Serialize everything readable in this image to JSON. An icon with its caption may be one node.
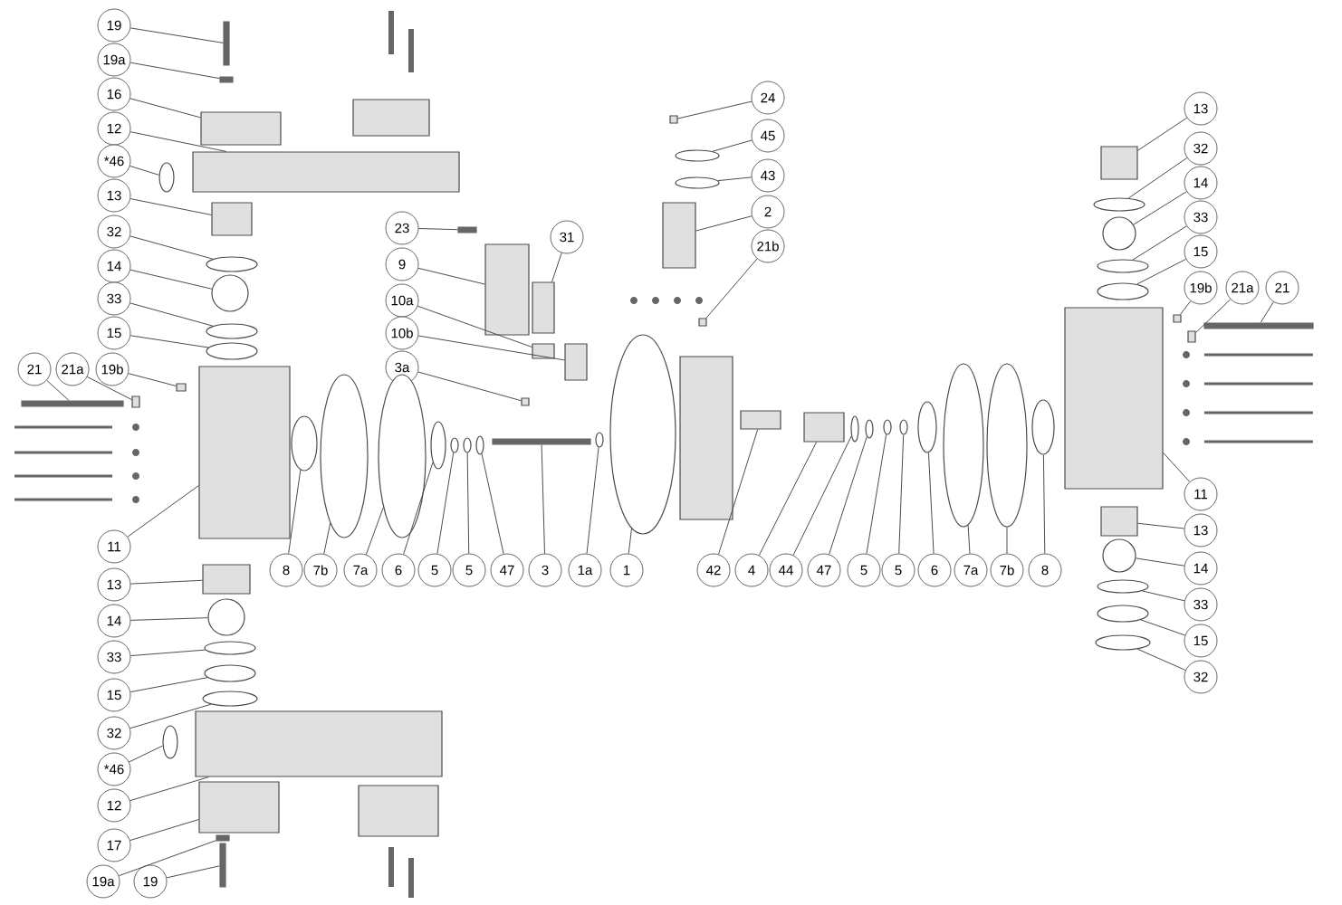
{
  "diagram": {
    "nodes": [
      {
        "text": [
          "19"
        ]
      },
      {
        "text": [
          "19a"
        ]
      },
      {
        "text": [
          "16"
        ]
      },
      {
        "text": [
          "12"
        ]
      },
      {
        "text": [
          "*46"
        ]
      },
      {
        "text": [
          "13"
        ]
      },
      {
        "text": [
          "32"
        ]
      },
      {
        "text": [
          "14"
        ]
      },
      {
        "text": [
          "33"
        ]
      },
      {
        "text": [
          "15"
        ]
      },
      {
        "text": [
          "21"
        ]
      },
      {
        "text": [
          "21a"
        ]
      },
      {
        "text": [
          "19b"
        ]
      },
      {
        "text": [
          "11"
        ]
      },
      {
        "text": [
          "13"
        ]
      },
      {
        "text": [
          "14"
        ]
      },
      {
        "text": [
          "33"
        ]
      },
      {
        "text": [
          "15"
        ]
      },
      {
        "text": [
          "32"
        ]
      },
      {
        "text": [
          "*46"
        ]
      },
      {
        "text": [
          "12"
        ]
      },
      {
        "text": [
          "17"
        ]
      },
      {
        "text": [
          "19a"
        ]
      },
      {
        "text": [
          "19"
        ]
      },
      {
        "text": [
          "24"
        ]
      },
      {
        "text": [
          "45"
        ]
      },
      {
        "text": [
          "43"
        ]
      },
      {
        "text": [
          "2"
        ]
      },
      {
        "text": [
          "21b"
        ]
      },
      {
        "text": [
          "23"
        ]
      },
      {
        "text": [
          "9"
        ]
      },
      {
        "text": [
          "31"
        ]
      },
      {
        "text": [
          "10a"
        ]
      },
      {
        "text": [
          "10b"
        ]
      },
      {
        "text": [
          "3a"
        ]
      },
      {
        "text": [
          "13"
        ]
      },
      {
        "text": [
          "32"
        ]
      },
      {
        "text": [
          "14"
        ]
      },
      {
        "text": [
          "33"
        ]
      },
      {
        "text": [
          "15"
        ]
      },
      {
        "text": [
          "19b"
        ]
      },
      {
        "text": [
          "21a"
        ]
      },
      {
        "text": [
          "21"
        ]
      },
      {
        "text": [
          "11"
        ]
      },
      {
        "text": [
          "13"
        ]
      },
      {
        "text": [
          "14"
        ]
      },
      {
        "text": [
          "33"
        ]
      },
      {
        "text": [
          "15"
        ]
      },
      {
        "text": [
          "32"
        ]
      },
      {
        "text": [
          "8"
        ]
      },
      {
        "text": [
          "7b"
        ]
      },
      {
        "text": [
          "7a"
        ]
      },
      {
        "text": [
          "6"
        ]
      },
      {
        "text": [
          "5"
        ]
      },
      {
        "text": [
          "5"
        ]
      },
      {
        "text": [
          "47"
        ]
      },
      {
        "text": [
          "3"
        ]
      },
      {
        "text": [
          "1a"
        ]
      },
      {
        "text": [
          "1"
        ]
      },
      {
        "text": [
          "42"
        ]
      },
      {
        "text": [
          "4"
        ]
      },
      {
        "text": [
          "44"
        ]
      },
      {
        "text": [
          "47"
        ]
      },
      {
        "text": [
          "5"
        ]
      },
      {
        "text": [
          "5"
        ]
      },
      {
        "text": [
          "6"
        ]
      },
      {
        "text": [
          "7a"
        ]
      },
      {
        "text": [
          "7b"
        ]
      },
      {
        "text": [
          "8"
        ]
      },
      {
        "text": [],
        "shape": "bar"
      },
      {
        "text": [],
        "shape": "bar"
      },
      {
        "text": [],
        "shape": "box"
      },
      {
        "text": [],
        "shape": "box"
      },
      {
        "text": [],
        "shape": "ellipse"
      },
      {
        "text": [],
        "shape": "box"
      },
      {
        "text": [],
        "shape": "ellipse"
      },
      {
        "text": [],
        "shape": "circle"
      },
      {
        "text": [],
        "shape": "ellipse"
      },
      {
        "text": [],
        "shape": "ellipse"
      },
      {
        "text": [],
        "shape": "bar"
      },
      {
        "text": [],
        "shape": "box"
      },
      {
        "text": [],
        "shape": "box"
      },
      {
        "text": [],
        "shape": "box"
      },
      {
        "text": [],
        "shape": "box"
      },
      {
        "text": [],
        "shape": "circle"
      },
      {
        "text": [],
        "shape": "ellipse"
      },
      {
        "text": [],
        "shape": "ellipse"
      },
      {
        "text": [],
        "shape": "ellipse"
      },
      {
        "text": [],
        "shape": "ellipse"
      },
      {
        "text": [],
        "shape": "box"
      },
      {
        "text": [],
        "shape": "box"
      },
      {
        "text": [],
        "shape": "bar"
      },
      {
        "text": [],
        "shape": "bar"
      },
      {
        "text": [],
        "shape": "box"
      },
      {
        "text": [],
        "shape": "ellipse"
      },
      {
        "text": [],
        "shape": "ellipse"
      },
      {
        "text": [],
        "shape": "box"
      },
      {
        "text": [],
        "shape": "box"
      },
      {
        "text": [],
        "shape": "bar"
      },
      {
        "text": [],
        "shape": "box"
      },
      {
        "text": [],
        "shape": "box"
      },
      {
        "text": [],
        "shape": "box"
      },
      {
        "text": [],
        "shape": "box"
      },
      {
        "text": [],
        "shape": "box"
      },
      {
        "text": [],
        "shape": "box"
      },
      {
        "text": [],
        "shape": "ellipse"
      },
      {
        "text": [],
        "shape": "circle"
      },
      {
        "text": [],
        "shape": "ellipse"
      },
      {
        "text": [],
        "shape": "ellipse"
      },
      {
        "text": [],
        "shape": "box"
      },
      {
        "text": [],
        "shape": "box"
      },
      {
        "text": [],
        "shape": "bar"
      },
      {
        "text": [],
        "shape": "box"
      },
      {
        "text": [],
        "shape": "box"
      },
      {
        "text": [],
        "shape": "circle"
      },
      {
        "text": [],
        "shape": "ellipse"
      },
      {
        "text": [],
        "shape": "ellipse"
      },
      {
        "text": [],
        "shape": "ellipse"
      },
      {
        "text": [],
        "shape": "ellipse"
      },
      {
        "text": [],
        "shape": "ellipse"
      },
      {
        "text": [],
        "shape": "ellipse"
      },
      {
        "text": [],
        "shape": "ellipse"
      },
      {
        "text": [],
        "shape": "ellipse"
      },
      {
        "text": [],
        "shape": "ellipse"
      },
      {
        "text": [],
        "shape": "ellipse"
      },
      {
        "text": [],
        "shape": "bar"
      },
      {
        "text": [],
        "shape": "ellipse"
      },
      {
        "text": [],
        "shape": "ellipse"
      },
      {
        "text": [],
        "shape": "box"
      },
      {
        "text": [],
        "shape": "box"
      },
      {
        "text": [],
        "shape": "ellipse"
      },
      {
        "text": [],
        "shape": "ellipse"
      },
      {
        "text": [],
        "shape": "ellipse"
      },
      {
        "text": [],
        "shape": "ellipse"
      },
      {
        "text": [],
        "shape": "ellipse"
      },
      {
        "text": [],
        "shape": "ellipse"
      },
      {
        "text": [],
        "shape": "ellipse"
      },
      {
        "text": [],
        "shape": "ellipse"
      },
      {
        "text": [],
        "shape": "box"
      },
      {
        "text": [],
        "shape": "box"
      },
      {
        "text": [],
        "shape": "box"
      }
    ],
    "edges": [
      {
        "from": 0,
        "to": 69,
        "arrow": "none"
      },
      {
        "from": 1,
        "to": 70,
        "arrow": "none"
      },
      {
        "from": 2,
        "to": 71,
        "arrow": "none"
      },
      {
        "from": 3,
        "to": 72,
        "arrow": "none"
      },
      {
        "from": 4,
        "to": 73,
        "arrow": "none"
      },
      {
        "from": 5,
        "to": 74,
        "arrow": "none"
      },
      {
        "from": 6,
        "to": 75,
        "arrow": "none"
      },
      {
        "from": 7,
        "to": 76,
        "arrow": "none"
      },
      {
        "from": 8,
        "to": 77,
        "arrow": "none"
      },
      {
        "from": 9,
        "to": 78,
        "arrow": "none"
      },
      {
        "from": 10,
        "to": 79,
        "arrow": "none"
      },
      {
        "from": 11,
        "to": 80,
        "arrow": "none"
      },
      {
        "from": 12,
        "to": 81,
        "arrow": "none"
      },
      {
        "from": 13,
        "to": 82,
        "arrow": "none"
      },
      {
        "from": 14,
        "to": 83,
        "arrow": "none"
      },
      {
        "from": 15,
        "to": 84,
        "arrow": "none"
      },
      {
        "from": 16,
        "to": 85,
        "arrow": "none"
      },
      {
        "from": 17,
        "to": 86,
        "arrow": "none"
      },
      {
        "from": 18,
        "to": 87,
        "arrow": "none"
      },
      {
        "from": 19,
        "to": 88,
        "arrow": "none"
      },
      {
        "from": 20,
        "to": 89,
        "arrow": "none"
      },
      {
        "from": 21,
        "to": 90,
        "arrow": "none"
      },
      {
        "from": 22,
        "to": 91,
        "arrow": "none"
      },
      {
        "from": 23,
        "to": 92,
        "arrow": "none"
      },
      {
        "from": 24,
        "to": 93,
        "arrow": "none"
      },
      {
        "from": 25,
        "to": 94,
        "arrow": "none"
      },
      {
        "from": 26,
        "to": 95,
        "arrow": "none"
      },
      {
        "from": 27,
        "to": 96,
        "arrow": "none"
      },
      {
        "from": 28,
        "to": 97,
        "arrow": "none"
      },
      {
        "from": 29,
        "to": 98,
        "arrow": "none"
      },
      {
        "from": 30,
        "to": 99,
        "arrow": "none"
      },
      {
        "from": 31,
        "to": 100,
        "arrow": "none"
      },
      {
        "from": 32,
        "to": 101,
        "arrow": "none"
      },
      {
        "from": 33,
        "to": 102,
        "arrow": "none"
      },
      {
        "from": 34,
        "to": 103,
        "arrow": "none"
      },
      {
        "from": 35,
        "to": 104,
        "arrow": "none"
      },
      {
        "from": 36,
        "to": 105,
        "arrow": "none"
      },
      {
        "from": 37,
        "to": 106,
        "arrow": "none"
      },
      {
        "from": 38,
        "to": 107,
        "arrow": "none"
      },
      {
        "from": 39,
        "to": 108,
        "arrow": "none"
      },
      {
        "from": 40,
        "to": 109,
        "arrow": "none"
      },
      {
        "from": 41,
        "to": 110,
        "arrow": "none"
      },
      {
        "from": 42,
        "to": 111,
        "arrow": "none"
      },
      {
        "from": 43,
        "to": 112,
        "arrow": "none"
      },
      {
        "from": 44,
        "to": 113,
        "arrow": "none"
      },
      {
        "from": 45,
        "to": 114,
        "arrow": "none"
      },
      {
        "from": 46,
        "to": 115,
        "arrow": "none"
      },
      {
        "from": 47,
        "to": 116,
        "arrow": "none"
      },
      {
        "from": 48,
        "to": 117,
        "arrow": "none"
      },
      {
        "from": 49,
        "to": 118,
        "arrow": "none"
      },
      {
        "from": 50,
        "to": 119,
        "arrow": "none"
      },
      {
        "from": 51,
        "to": 120,
        "arrow": "none"
      },
      {
        "from": 52,
        "to": 121,
        "arrow": "none"
      },
      {
        "from": 53,
        "to": 122,
        "arrow": "none"
      },
      {
        "from": 54,
        "to": 123,
        "arrow": "none"
      },
      {
        "from": 55,
        "to": 124,
        "arrow": "none"
      },
      {
        "from": 56,
        "to": 125,
        "arrow": "none"
      },
      {
        "from": 57,
        "to": 126,
        "arrow": "none"
      },
      {
        "from": 58,
        "to": 127,
        "arrow": "none"
      },
      {
        "from": 59,
        "to": 128,
        "arrow": "none"
      },
      {
        "from": 60,
        "to": 129,
        "arrow": "none"
      },
      {
        "from": 61,
        "to": 130,
        "arrow": "none"
      },
      {
        "from": 62,
        "to": 131,
        "arrow": "none"
      },
      {
        "from": 63,
        "to": 132,
        "arrow": "none"
      },
      {
        "from": 64,
        "to": 133,
        "arrow": "none"
      },
      {
        "from": 65,
        "to": 134,
        "arrow": "none"
      },
      {
        "from": 66,
        "to": 135,
        "arrow": "none"
      },
      {
        "from": 67,
        "to": 136,
        "arrow": "none"
      },
      {
        "from": 68,
        "to": 137,
        "arrow": "none"
      }
    ]
  }
}
